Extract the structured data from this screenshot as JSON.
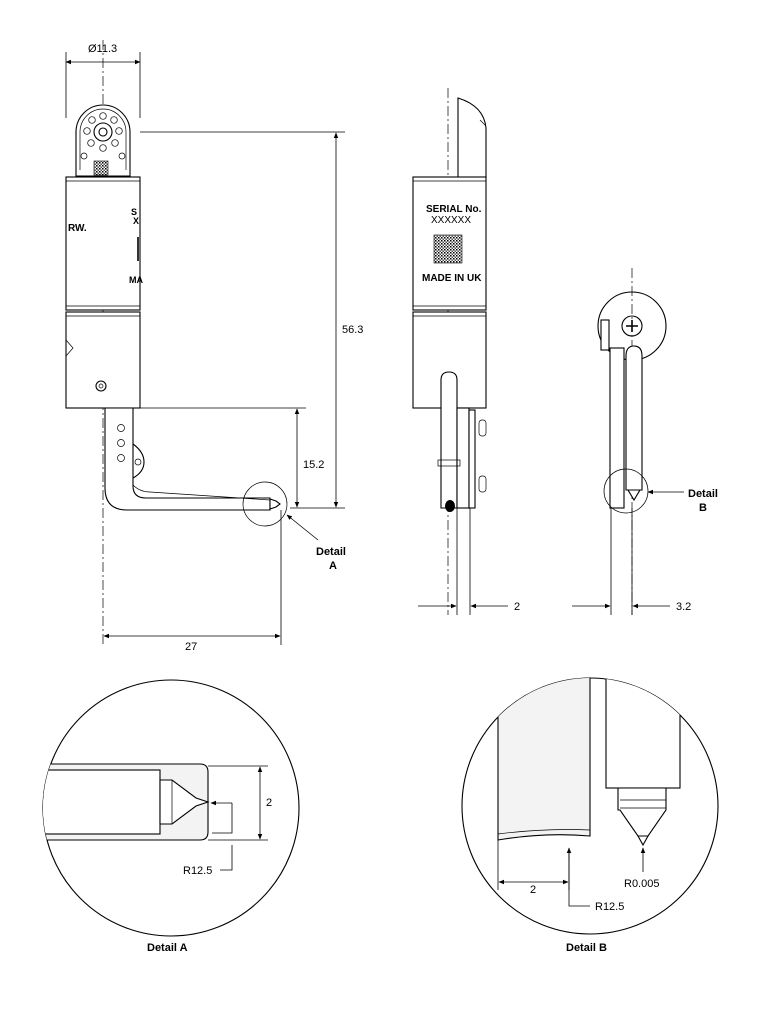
{
  "dimensions": {
    "diameter": "Ø11.3",
    "height": "56.3",
    "offset": "15.2",
    "length": "27",
    "side_width": "2",
    "end_width": "3.2"
  },
  "callouts": {
    "detail_a_line1": "Detail",
    "detail_a_line2": "A",
    "detail_b_line1": "Detail",
    "detail_b_line2": "B"
  },
  "side_view_label": {
    "serial": "SERIAL No.",
    "serial_value": "XXXXXX",
    "made_in": "MADE IN UK"
  },
  "front_view_marks": {
    "logo": "RW.",
    "text_top": "S",
    "text_mid": "X",
    "text_bottom": "MA"
  },
  "detail_a": {
    "title": "Detail A",
    "dim_width": "2",
    "dim_radius": "R12.5"
  },
  "detail_b": {
    "title": "Detail B",
    "dim_width": "2",
    "dim_radius": "R12.5",
    "dim_tip_radius": "R0.005"
  }
}
